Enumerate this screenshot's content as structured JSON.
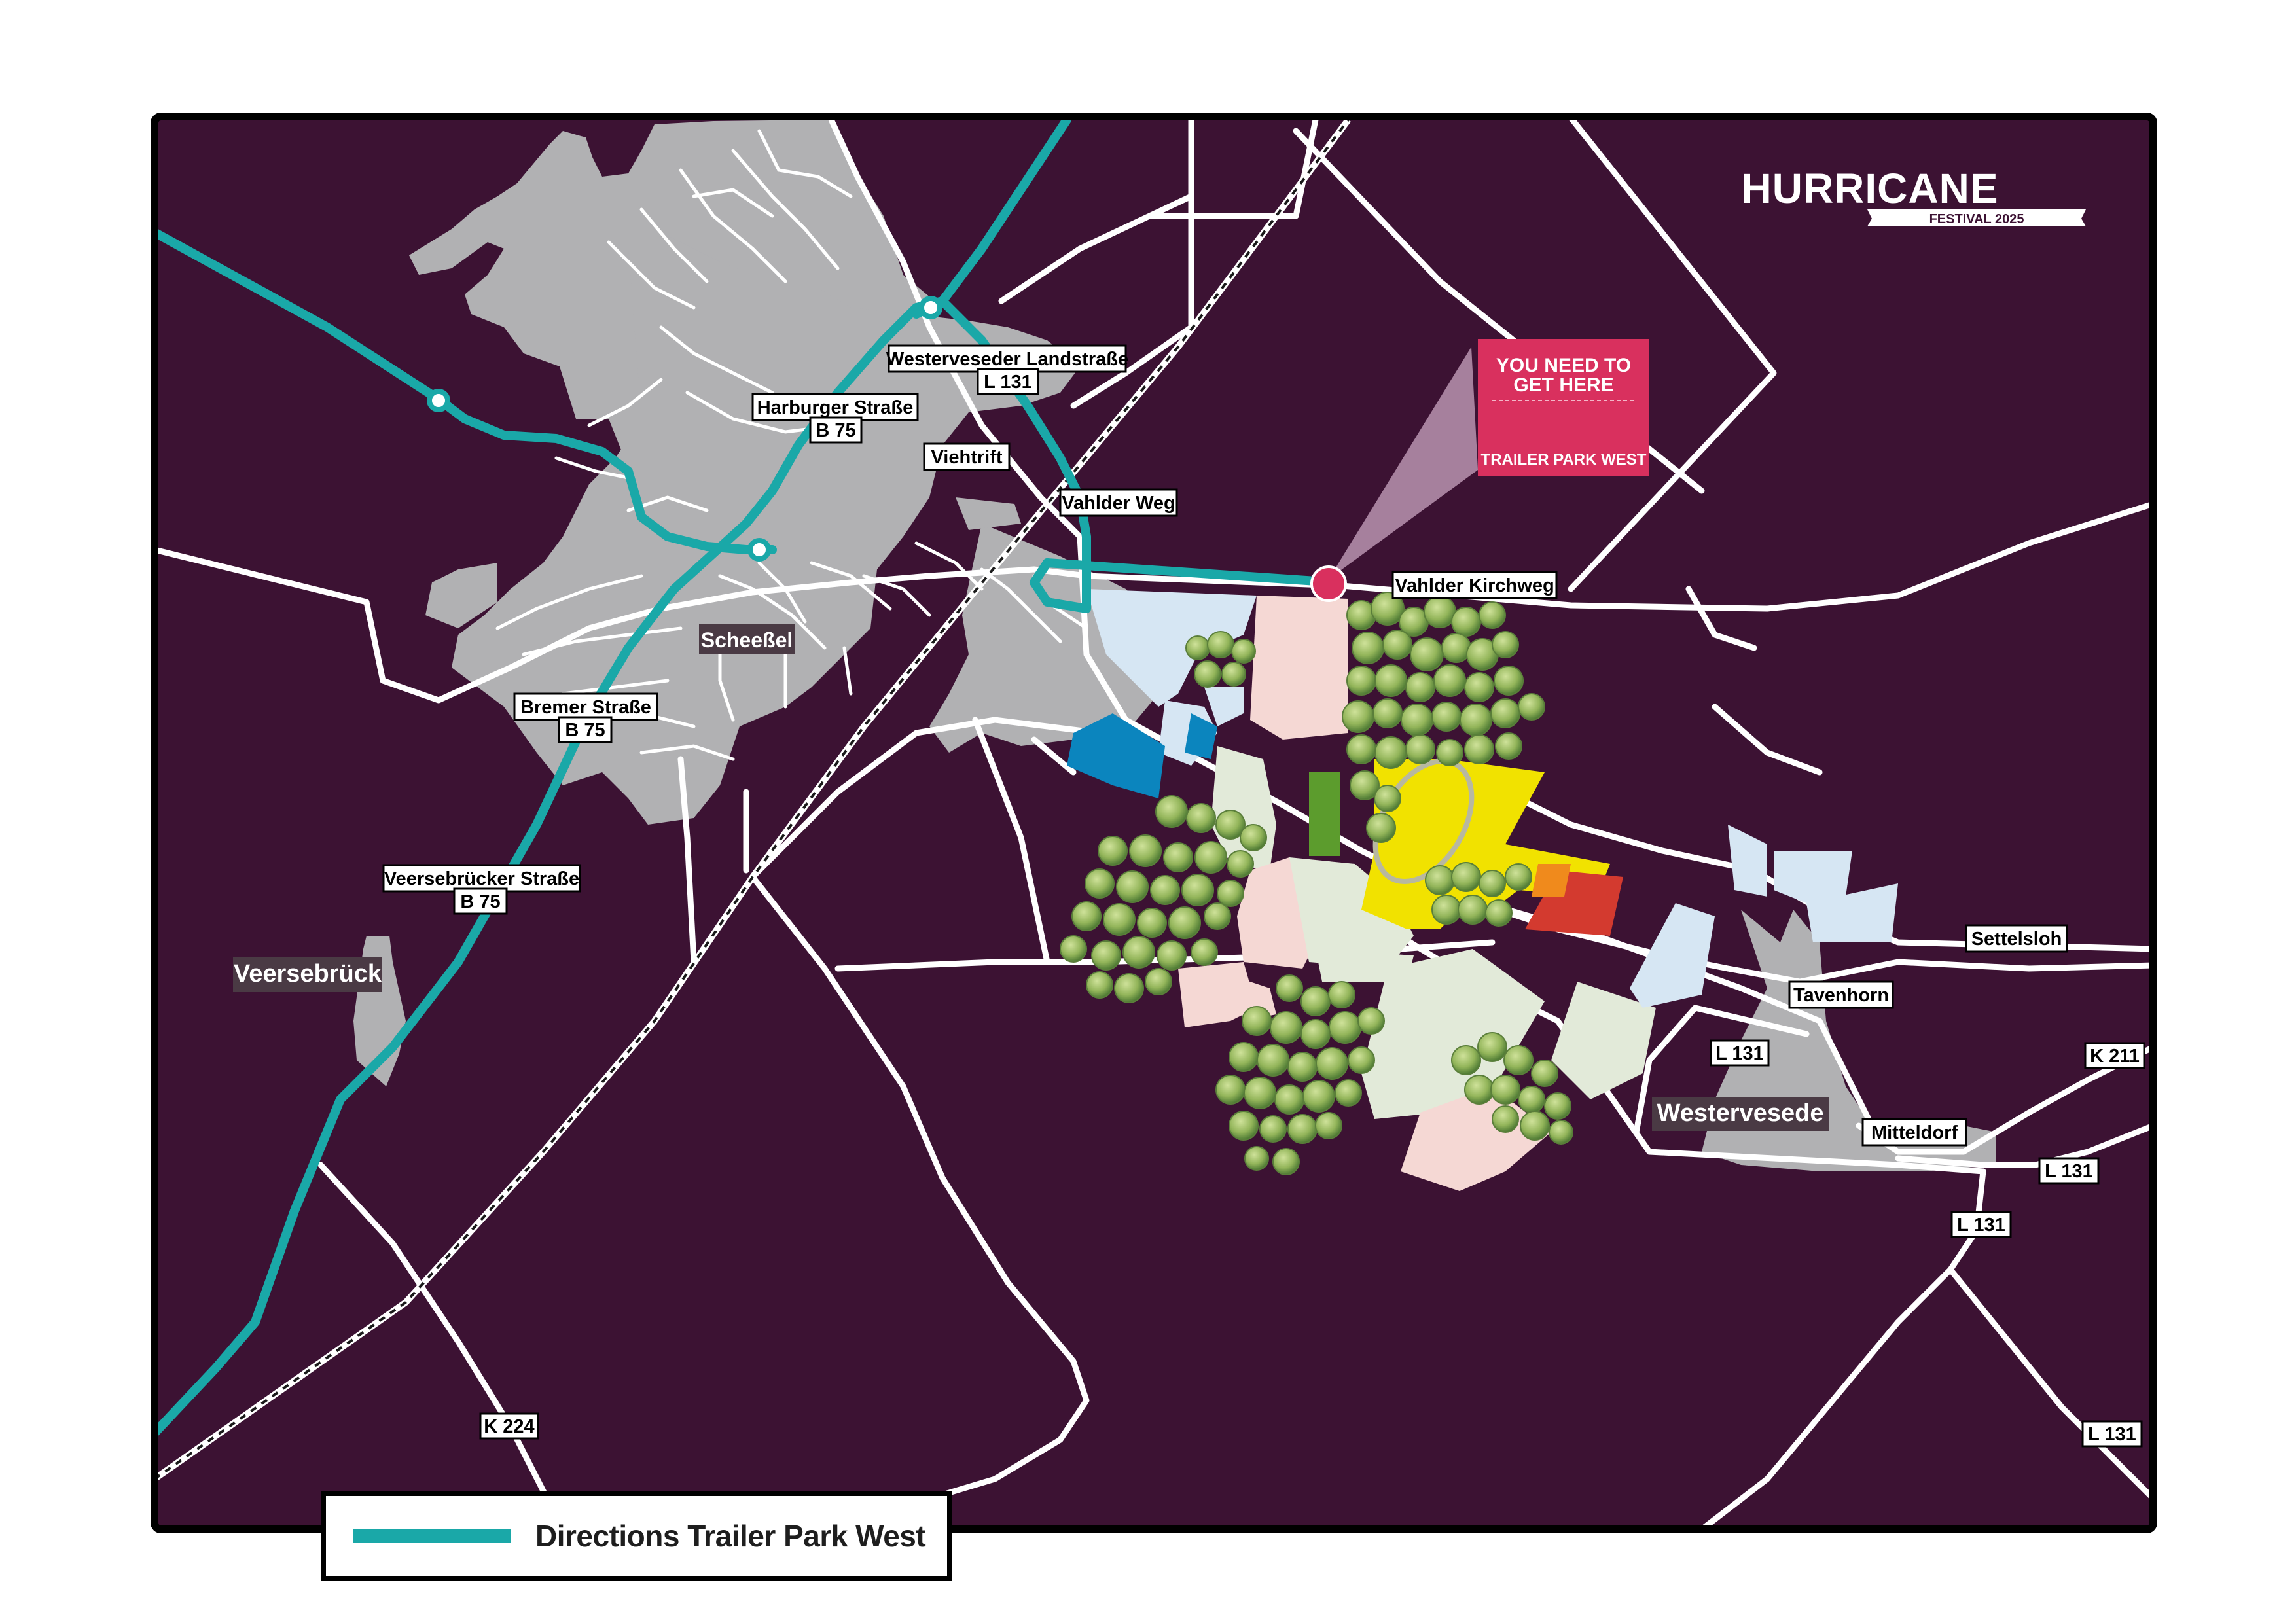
{
  "colors": {
    "background": "#3c1233",
    "route": "#1aa8a8",
    "town": "#b1b1b3",
    "road": "#ffffff",
    "callout": "#d9305e",
    "field_pink": "#f5d8d4",
    "field_green": "#e2ead9",
    "field_blue": "#d6e6f3",
    "stage_yellow": "#f1e200",
    "stage_red": "#d33a2f",
    "stage_orange": "#f08a1c",
    "blue_area": "#0b85be",
    "green_strip": "#5c9c2d",
    "trees": "#9cbb5e"
  },
  "logo": {
    "title": "HURRICANE",
    "subtitle": "FESTIVAL 2025"
  },
  "callout": {
    "line1": "YOU NEED TO",
    "line2": "GET HERE",
    "destination": "TRAILER PARK WEST"
  },
  "towns": {
    "scheessel": "Scheeßel",
    "veersebrueck": "Veersebrück",
    "westervesede": "Westervesede"
  },
  "roads": {
    "westerveseder_landstrasse": "Westerveseder Landstraße",
    "westerveseder_landstrasse_ref": "L 131",
    "harburger_strasse": "Harburger Straße",
    "harburger_strasse_ref": "B 75",
    "viehtrift": "Viehtrift",
    "vahlder_weg": "Vahlder Weg",
    "vahlder_kirchweg": "Vahlder Kirchweg",
    "bremer_strasse": "Bremer Straße",
    "bremer_strasse_ref": "B 75",
    "veersebruecker_strasse": "Veersebrücker Straße",
    "veersebruecker_strasse_ref": "B 75",
    "settelsloh": "Settelsloh",
    "tavenhorn": "Tavenhorn",
    "l131_a": "L 131",
    "k211": "K 211",
    "mitteldorf": "Mitteldorf",
    "l131_b": "L 131",
    "l131_c": "L 131",
    "k224": "K 224",
    "l131_d": "L 131"
  },
  "legend": {
    "label": "Directions Trailer Park West"
  }
}
